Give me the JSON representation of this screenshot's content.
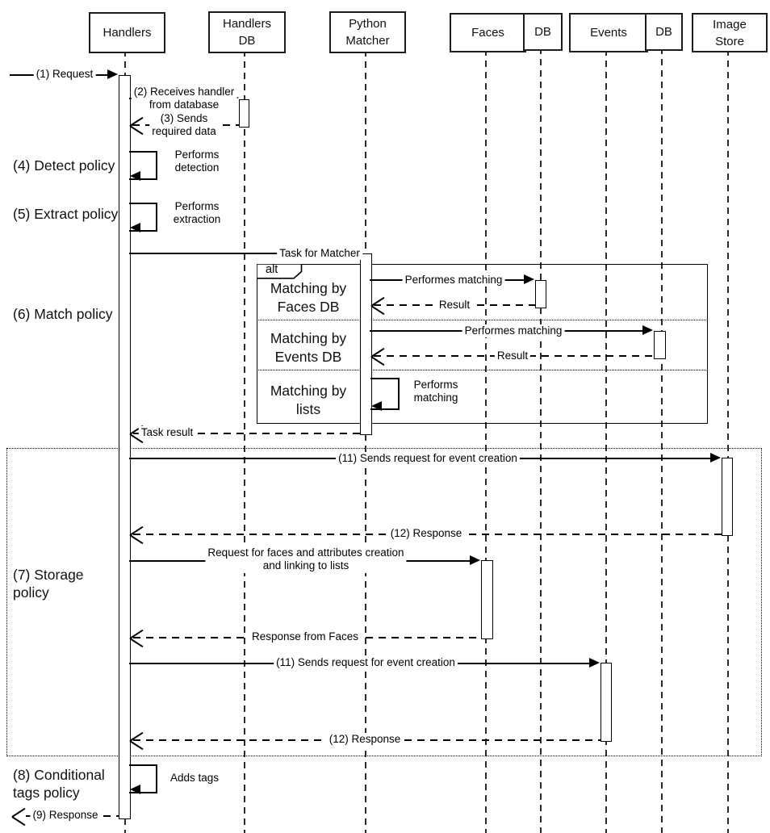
{
  "participants": {
    "handlers": "Handlers",
    "handlers_db": "Handlers\nDB",
    "python_matcher": "Python\nMatcher",
    "faces": "Faces",
    "faces_db": "DB",
    "events": "Events",
    "events_db": "DB",
    "image_store": "Image\nStore"
  },
  "policies": {
    "detect": "(4) Detect policy",
    "extract": "(5) Extract policy",
    "match": "(6) Match policy",
    "storage": "(7) Storage\npolicy",
    "conditional_tags": "(8) Conditional\ntags policy"
  },
  "alt_frame": {
    "keyword": "alt",
    "conditions": {
      "faces_db": "Matching by\nFaces DB",
      "events_db": "Matching by\nEvents DB",
      "lists": "Matching by\nlists"
    }
  },
  "messages": {
    "request": "(1) Request",
    "receives_handler": "(2) Receives handler\nfrom database",
    "sends_required_data": "(3) Sends\nrequired data",
    "performs_detection": "Performs\ndetection",
    "performs_extraction": "Performs\nextraction",
    "task_for_matcher": "Task for Matcher",
    "performes_matching_faces": "Performes matching",
    "result_faces": "Result",
    "performes_matching_events": "Performes matching",
    "result_events": "Result",
    "performs_matching_lists": "Performs\nmatching",
    "task_result": "Task result",
    "sends_event_creation_image": "(11) Sends request for event creation",
    "response_image": "(12) Response",
    "request_faces_creation": "Request for faces and attributes creation\nand linking to lists",
    "response_from_faces": "Response from Faces",
    "sends_event_creation_events": "(11) Sends request for event creation",
    "response_events": "(12) Response",
    "adds_tags": "Adds tags",
    "response_final": "(9) Response"
  }
}
